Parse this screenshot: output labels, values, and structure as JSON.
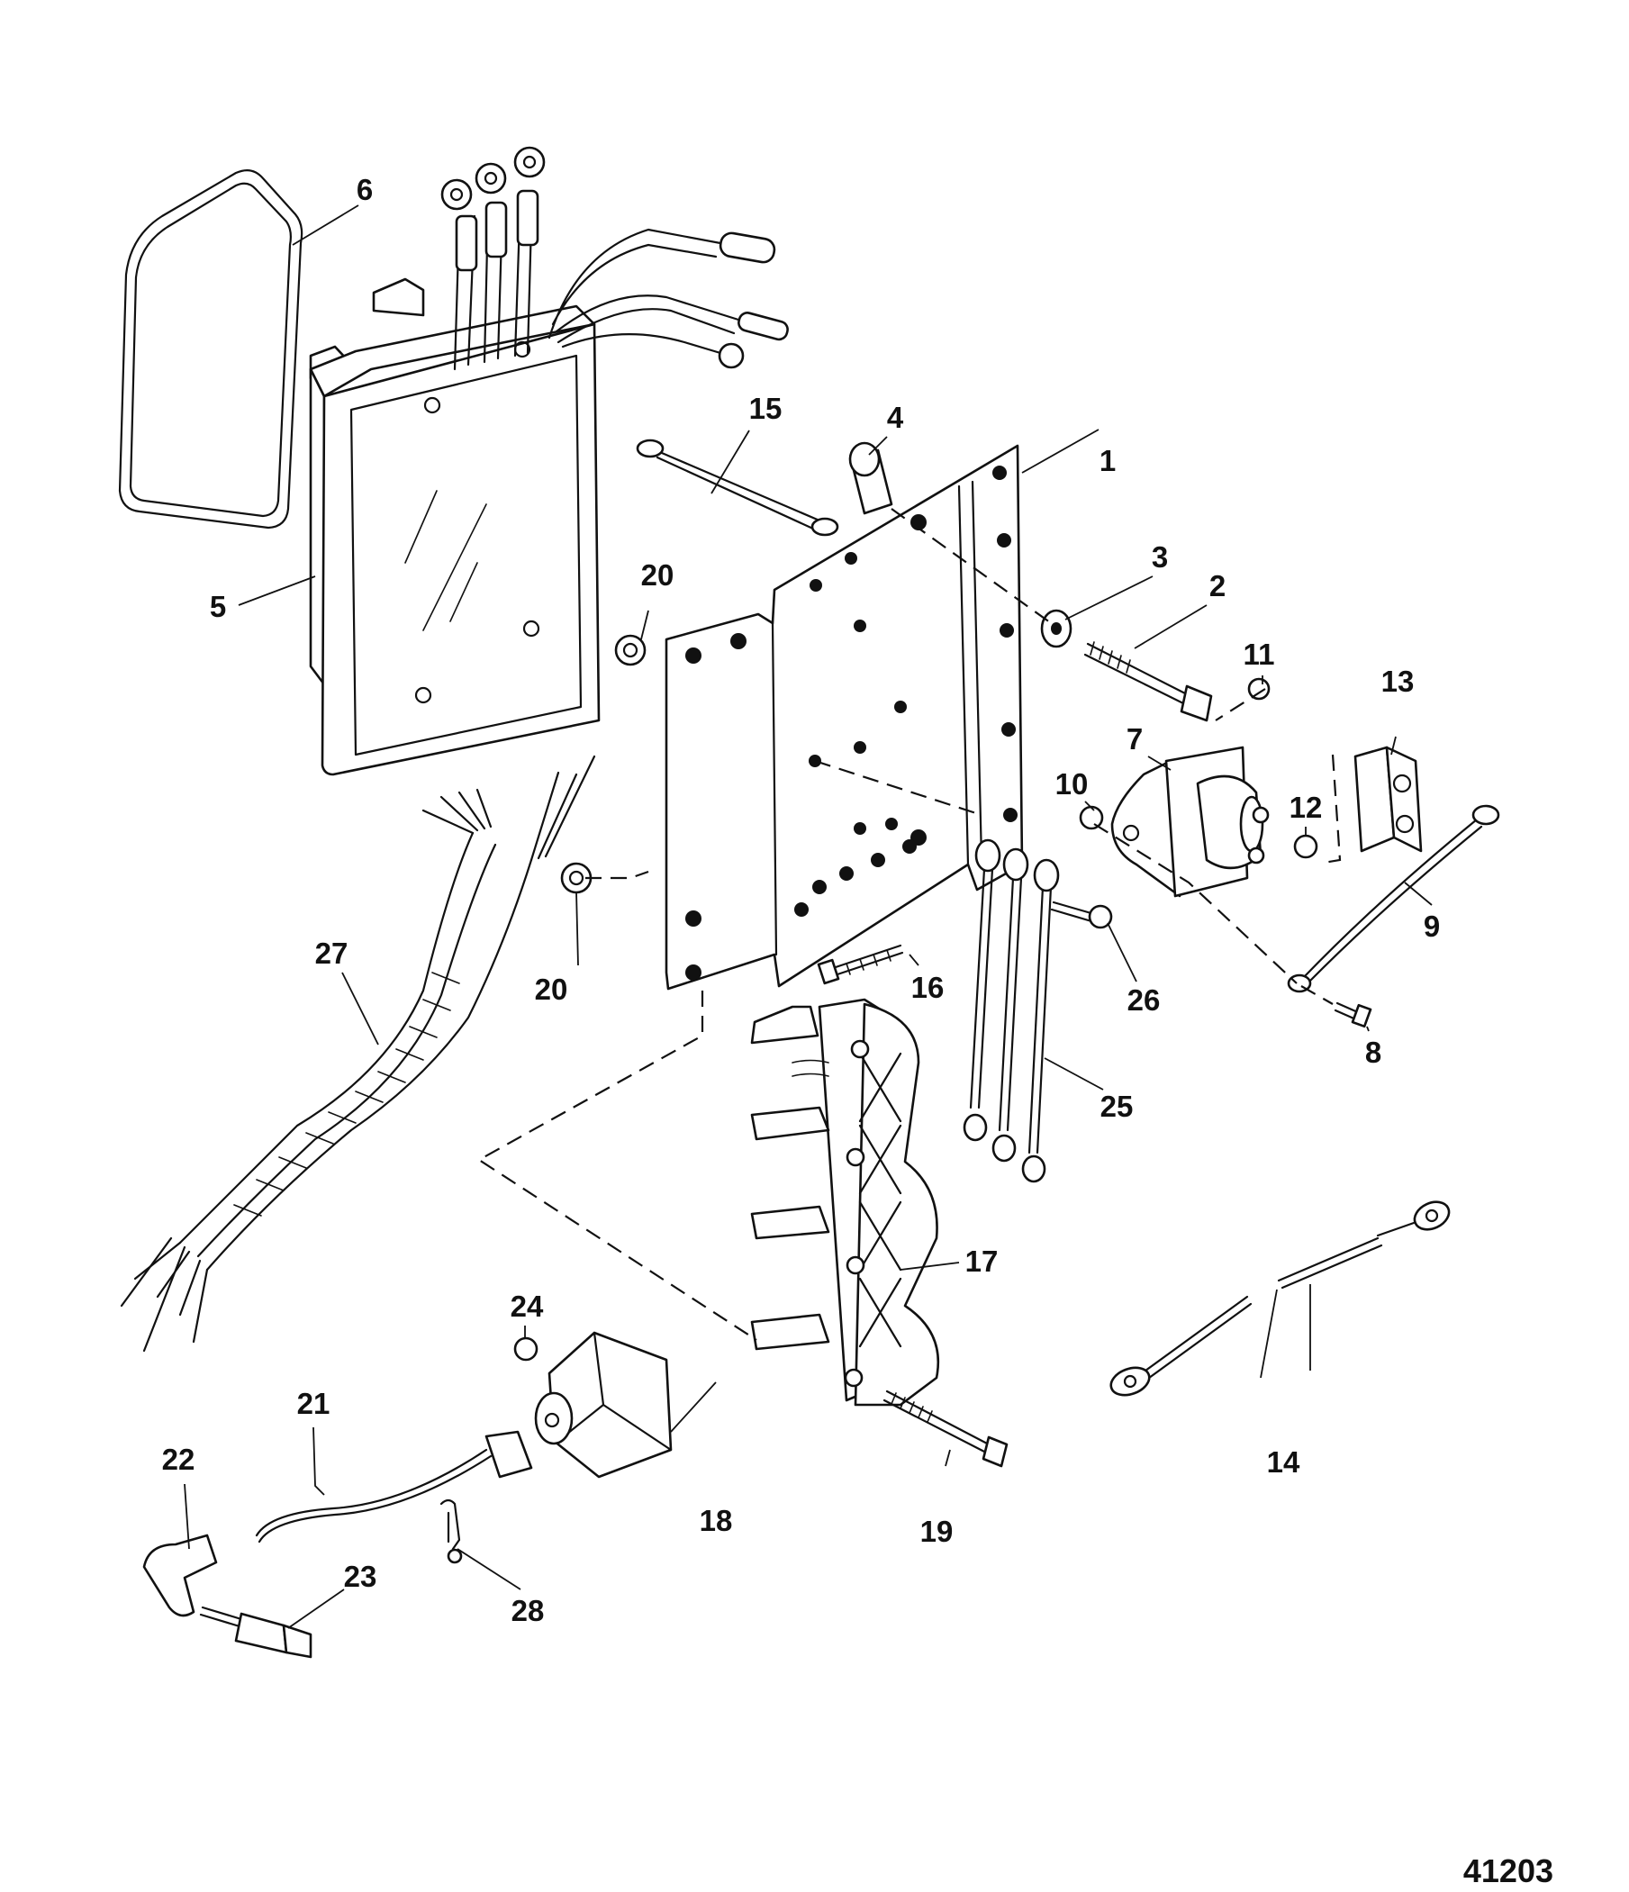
{
  "figure_number": "41203",
  "callouts": [
    {
      "id": "c1",
      "label": "1"
    },
    {
      "id": "c2",
      "label": "2"
    },
    {
      "id": "c3",
      "label": "3"
    },
    {
      "id": "c4",
      "label": "4"
    },
    {
      "id": "c5",
      "label": "5"
    },
    {
      "id": "c6",
      "label": "6"
    },
    {
      "id": "c7",
      "label": "7"
    },
    {
      "id": "c8",
      "label": "8"
    },
    {
      "id": "c9",
      "label": "9"
    },
    {
      "id": "c10",
      "label": "10"
    },
    {
      "id": "c11",
      "label": "11"
    },
    {
      "id": "c12",
      "label": "12"
    },
    {
      "id": "c13",
      "label": "13"
    },
    {
      "id": "c14",
      "label": "14"
    },
    {
      "id": "c15",
      "label": "15"
    },
    {
      "id": "c16",
      "label": "16"
    },
    {
      "id": "c17",
      "label": "17"
    },
    {
      "id": "c18",
      "label": "18"
    },
    {
      "id": "c19",
      "label": "19"
    },
    {
      "id": "c20a",
      "label": "20"
    },
    {
      "id": "c20b",
      "label": "20"
    },
    {
      "id": "c21",
      "label": "21"
    },
    {
      "id": "c22",
      "label": "22"
    },
    {
      "id": "c23",
      "label": "23"
    },
    {
      "id": "c24",
      "label": "24"
    },
    {
      "id": "c25",
      "label": "25"
    },
    {
      "id": "c26",
      "label": "26"
    },
    {
      "id": "c27",
      "label": "27"
    },
    {
      "id": "c28",
      "label": "28"
    }
  ]
}
